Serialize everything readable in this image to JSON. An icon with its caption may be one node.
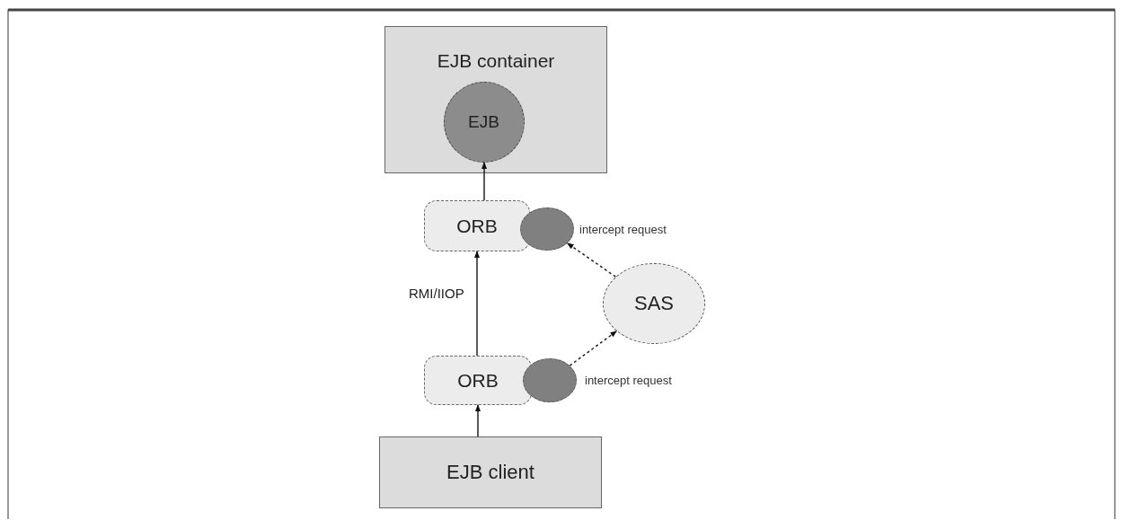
{
  "diagram": {
    "nodes": [
      {
        "text": [
          "EJB container"
        ]
      },
      {
        "text": [
          "EJB"
        ],
        "in": 0
      },
      {
        "text": [
          "ORB"
        ]
      },
      {
        "text": [],
        "shape": "circle",
        "beside": [
          "intercept request"
        ]
      },
      {
        "text": [
          "SAS"
        ]
      },
      {
        "text": [
          "ORB"
        ]
      },
      {
        "text": [],
        "shape": "circle",
        "beside": [
          "intercept request"
        ]
      },
      {
        "text": [
          "EJB client"
        ]
      }
    ],
    "edges": [
      {
        "from": 7,
        "to": 5,
        "arrow": "to"
      },
      {
        "from": 5,
        "to": 2,
        "arrow": "to",
        "label": "RMI/IIOP"
      },
      {
        "from": 2,
        "to": 1,
        "arrow": "to"
      },
      {
        "from": 6,
        "to": 4,
        "arrow": "to",
        "style": "dashed"
      },
      {
        "from": 4,
        "to": 3,
        "arrow": "to",
        "style": "dashed"
      }
    ]
  }
}
